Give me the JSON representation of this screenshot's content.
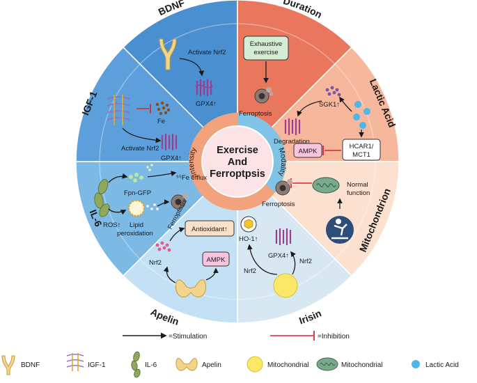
{
  "center": {
    "line1": "Exercise",
    "line2": "And",
    "line3": "Ferroptpsis",
    "modality": "Modality",
    "intensity": "Intensity"
  },
  "sectors": {
    "bdnf": {
      "title": "BDNF",
      "activate": "Activate Nrf2",
      "gpx4": "GPX4↑"
    },
    "duration": {
      "title": "Duration",
      "exercise_l1": "Exhaustive",
      "exercise_l2": "exercise",
      "ferroptosis": "Ferroptosis"
    },
    "lactic": {
      "title": "Lactic Acid",
      "sgk1": "SGK1↑",
      "degradation": "Degradation",
      "ampk": "AMPK",
      "hcar_l1": "HCAR1/",
      "hcar_l2": "MCT1"
    },
    "mito": {
      "title": "Mitochondrion",
      "normal_l1": "Normal",
      "normal_l2": "function",
      "ferroptosis": "Ferroptosis"
    },
    "irisin": {
      "title": "Irisin",
      "ho1": "HO-1↑",
      "gpx4": "GPX4↑",
      "nrf2_left": "Nrf2",
      "nrf2_right": "Nrf2"
    },
    "apelin": {
      "title": "Apelin",
      "antioxidant": "Antioxidant↑",
      "ampk": "AMPK",
      "nrf2": "Nrf2"
    },
    "il6": {
      "title": "IL-6",
      "fpn": "Fpn-GFP",
      "efflux": "⁵⁵Fe efflux",
      "ros": "ROS↑",
      "lipid_l1": "Lipid",
      "lipid_l2": "peroxidation",
      "ferroptosis": "Ferroptosis"
    },
    "igf1": {
      "title": "IGF-1",
      "fe": "Fe",
      "activate": "Activate Nrf2",
      "gpx4": "GPX4↑"
    }
  },
  "legend": {
    "stimulation": "=Stimulation",
    "inhibition": "=Inhibition",
    "items": [
      "BDNF",
      "IGF-1",
      "IL-6",
      "Apelin",
      "Mitochondrial",
      "Mitochondrial",
      "Lactic Acid"
    ]
  },
  "colors": {
    "bdnf": "#4a8fd0",
    "duration": "#e8775e",
    "lactic": "#f6b79d",
    "mito": "#fce1d0",
    "irisin": "#d8e8f3",
    "apelin": "#c3e0f4",
    "il6": "#7cb9e4",
    "igf1": "#5c9fda",
    "arrow": "#1a1a1a",
    "inhibition": "#d7262b"
  }
}
